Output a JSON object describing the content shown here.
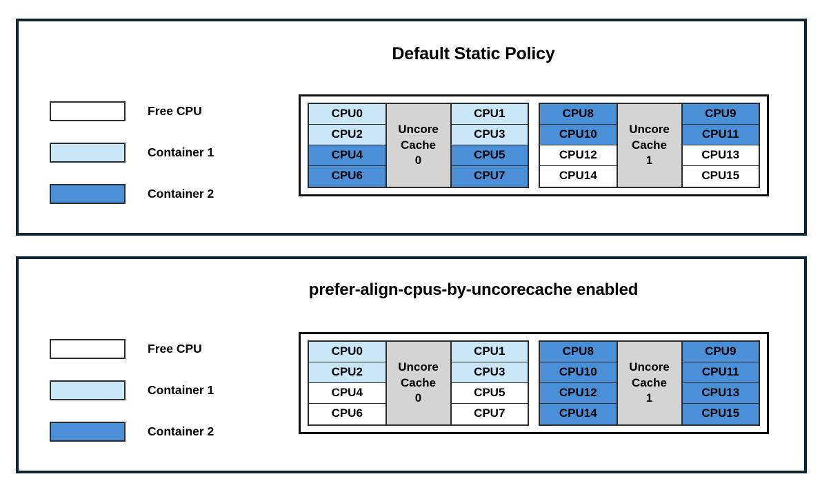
{
  "colors": {
    "free": "#ffffff",
    "container1": "#c9e7f7",
    "container2": "#4a90d9",
    "cache_block": "#d4d4d4",
    "panel_border": "#0c2433",
    "text": "#000000"
  },
  "legend": {
    "items": [
      {
        "swatch": "free",
        "label": "Free CPU"
      },
      {
        "swatch": "container1",
        "label": "Container 1"
      },
      {
        "swatch": "container2",
        "label": "Container 2"
      }
    ]
  },
  "panels": [
    {
      "id": "default-static-policy",
      "title": "Default Static Policy",
      "cache_groups": [
        {
          "cache_label_line1": "Uncore",
          "cache_label_line2": "Cache",
          "cache_label_line3": "0",
          "left_column": [
            {
              "label": "CPU0",
              "state": "container1"
            },
            {
              "label": "CPU2",
              "state": "container1"
            },
            {
              "label": "CPU4",
              "state": "container2"
            },
            {
              "label": "CPU6",
              "state": "container2"
            }
          ],
          "right_column": [
            {
              "label": "CPU1",
              "state": "container1"
            },
            {
              "label": "CPU3",
              "state": "container1"
            },
            {
              "label": "CPU5",
              "state": "container2"
            },
            {
              "label": "CPU7",
              "state": "container2"
            }
          ]
        },
        {
          "cache_label_line1": "Uncore",
          "cache_label_line2": "Cache",
          "cache_label_line3": "1",
          "left_column": [
            {
              "label": "CPU8",
              "state": "container2"
            },
            {
              "label": "CPU10",
              "state": "container2"
            },
            {
              "label": "CPU12",
              "state": "free"
            },
            {
              "label": "CPU14",
              "state": "free"
            }
          ],
          "right_column": [
            {
              "label": "CPU9",
              "state": "container2"
            },
            {
              "label": "CPU11",
              "state": "container2"
            },
            {
              "label": "CPU13",
              "state": "free"
            },
            {
              "label": "CPU15",
              "state": "free"
            }
          ]
        }
      ]
    },
    {
      "id": "prefer-align-cpus-by-uncorecache-enabled",
      "title": "prefer-align-cpus-by-uncorecache enabled",
      "cache_groups": [
        {
          "cache_label_line1": "Uncore",
          "cache_label_line2": "Cache",
          "cache_label_line3": "0",
          "left_column": [
            {
              "label": "CPU0",
              "state": "container1"
            },
            {
              "label": "CPU2",
              "state": "container1"
            },
            {
              "label": "CPU4",
              "state": "free"
            },
            {
              "label": "CPU6",
              "state": "free"
            }
          ],
          "right_column": [
            {
              "label": "CPU1",
              "state": "container1"
            },
            {
              "label": "CPU3",
              "state": "container1"
            },
            {
              "label": "CPU5",
              "state": "free"
            },
            {
              "label": "CPU7",
              "state": "free"
            }
          ]
        },
        {
          "cache_label_line1": "Uncore",
          "cache_label_line2": "Cache",
          "cache_label_line3": "1",
          "left_column": [
            {
              "label": "CPU8",
              "state": "container2"
            },
            {
              "label": "CPU10",
              "state": "container2"
            },
            {
              "label": "CPU12",
              "state": "container2"
            },
            {
              "label": "CPU14",
              "state": "container2"
            }
          ],
          "right_column": [
            {
              "label": "CPU9",
              "state": "container2"
            },
            {
              "label": "CPU11",
              "state": "container2"
            },
            {
              "label": "CPU13",
              "state": "container2"
            },
            {
              "label": "CPU15",
              "state": "container2"
            }
          ]
        }
      ]
    }
  ]
}
